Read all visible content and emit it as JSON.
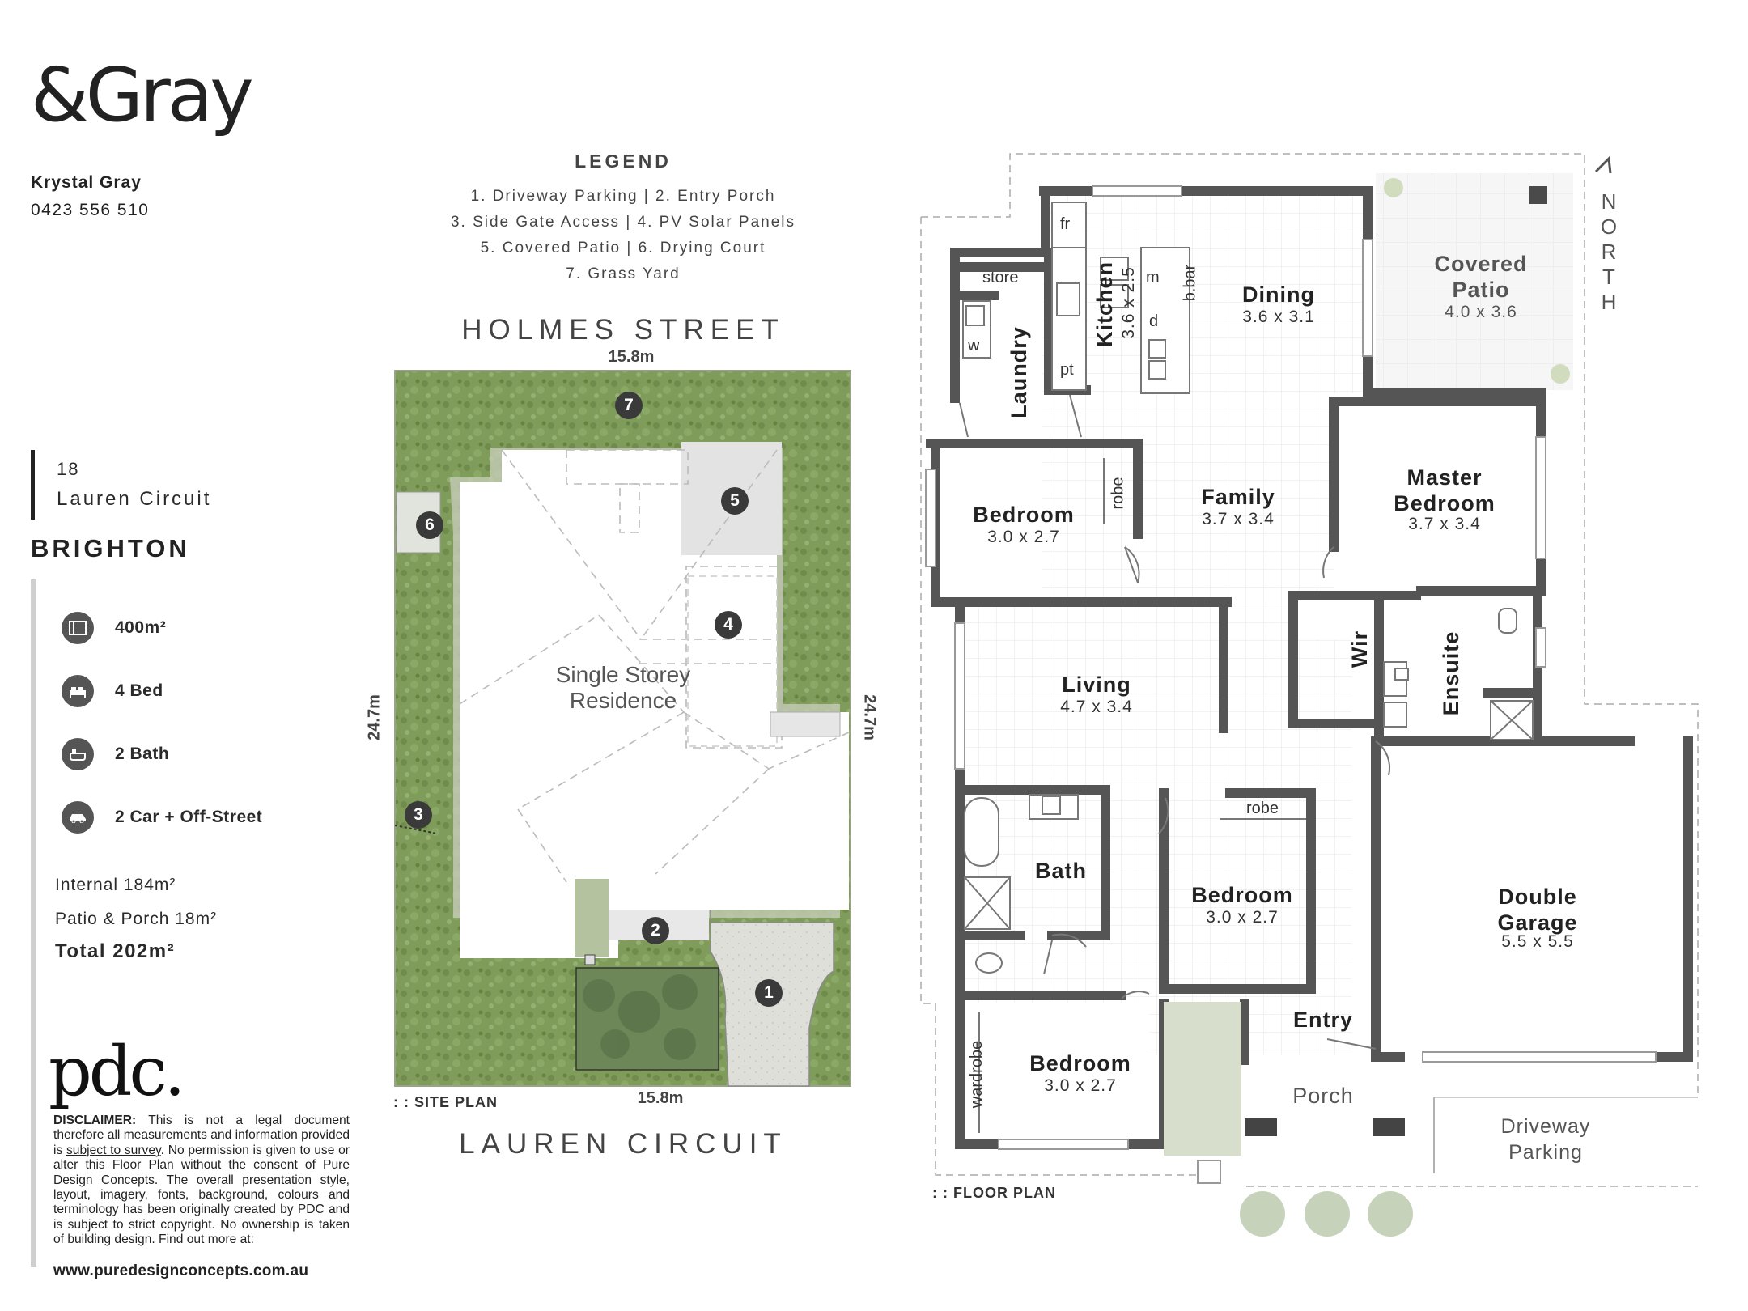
{
  "brand": {
    "logo": "&Gray",
    "agent_name": "Krystal Gray",
    "agent_phone": "0423 556 510"
  },
  "address": {
    "number": "18",
    "street": "Lauren Circuit",
    "suburb": "BRIGHTON"
  },
  "features": [
    {
      "icon": "land-size-icon",
      "label": "400m²"
    },
    {
      "icon": "bed-icon",
      "label": "4 Bed"
    },
    {
      "icon": "bath-icon",
      "label": "2 Bath"
    },
    {
      "icon": "car-icon",
      "label": "2 Car + Off-Street"
    }
  ],
  "areas": {
    "internal": "Internal 184m²",
    "patio": "Patio & Porch 18m²",
    "total": "Total 202m²"
  },
  "designer": {
    "logo": "pdc.",
    "disclaimer_label": "DISCLAIMER:",
    "disclaimer_pre": " This is not a legal document therefore all measurements and information provided is ",
    "disclaimer_link": "subject to survey",
    "disclaimer_post": ". No permission is given to use or alter this Floor Plan without the consent of Pure Design Concepts. The overall presentation style, layout, imagery, fonts, background, colours and terminology has been originally created by PDC and is subject to strict copyright. No ownership is taken of building design. Find out more at:",
    "website": "www.puredesignconcepts.com.au"
  },
  "legend": {
    "title": "LEGEND",
    "lines": [
      "1. Driveway Parking  |  2. Entry Porch",
      "3. Side Gate Access  |  4. PV Solar Panels",
      "5. Covered Patio  |  6. Drying Court",
      "7. Grass Yard"
    ]
  },
  "site_plan": {
    "top_street": "HOLMES STREET",
    "bottom_street": "LAUREN CIRCUIT",
    "width_top": "15.8m",
    "width_bottom": "15.8m",
    "depth_left": "24.7m",
    "depth_right": "24.7m",
    "residence_label_1": "Single Storey",
    "residence_label_2": "Residence",
    "caption": ": : SITE PLAN",
    "markers": [
      "1",
      "2",
      "3",
      "4",
      "5",
      "6",
      "7"
    ]
  },
  "floor_plan": {
    "caption": ": : FLOOR PLAN",
    "north": [
      "N",
      "O",
      "R",
      "T",
      "H"
    ],
    "rooms": {
      "covered_patio": {
        "name1": "Covered",
        "name2": "Patio",
        "size": "4.0 x 3.6"
      },
      "dining": {
        "name": "Dining",
        "size": "3.6 x 3.1"
      },
      "kitchen": {
        "name": "Kitchen",
        "size": "3.6 x 2.5"
      },
      "laundry": {
        "name": "Laundry"
      },
      "family": {
        "name": "Family",
        "size": "3.7 x 3.4"
      },
      "master": {
        "name1": "Master",
        "name2": "Bedroom",
        "size": "3.7 x 3.4"
      },
      "bedroom_nw": {
        "name": "Bedroom",
        "size": "3.0 x 2.7"
      },
      "living": {
        "name": "Living",
        "size": "4.7 x 3.4"
      },
      "wir": {
        "name": "Wir"
      },
      "ensuite": {
        "name": "Ensuite"
      },
      "bath": {
        "name": "Bath"
      },
      "bedroom_mid": {
        "name": "Bedroom",
        "size": "3.0 x 2.7"
      },
      "garage": {
        "name1": "Double",
        "name2": "Garage",
        "size": "5.5 x 5.5"
      },
      "entry": {
        "name": "Entry"
      },
      "bedroom_sw": {
        "name": "Bedroom",
        "size": "3.0 x 2.7"
      },
      "porch": {
        "name": "Porch"
      },
      "driveway": {
        "name1": "Driveway",
        "name2": "Parking"
      }
    },
    "fixtures": {
      "fr": "fr",
      "store": "store",
      "w": "w",
      "pt": "pt",
      "m": "m",
      "d": "d",
      "bbar": "b.bar",
      "robe_nw": "robe",
      "robe_mid": "robe",
      "wardrobe": "wardrobe"
    }
  }
}
